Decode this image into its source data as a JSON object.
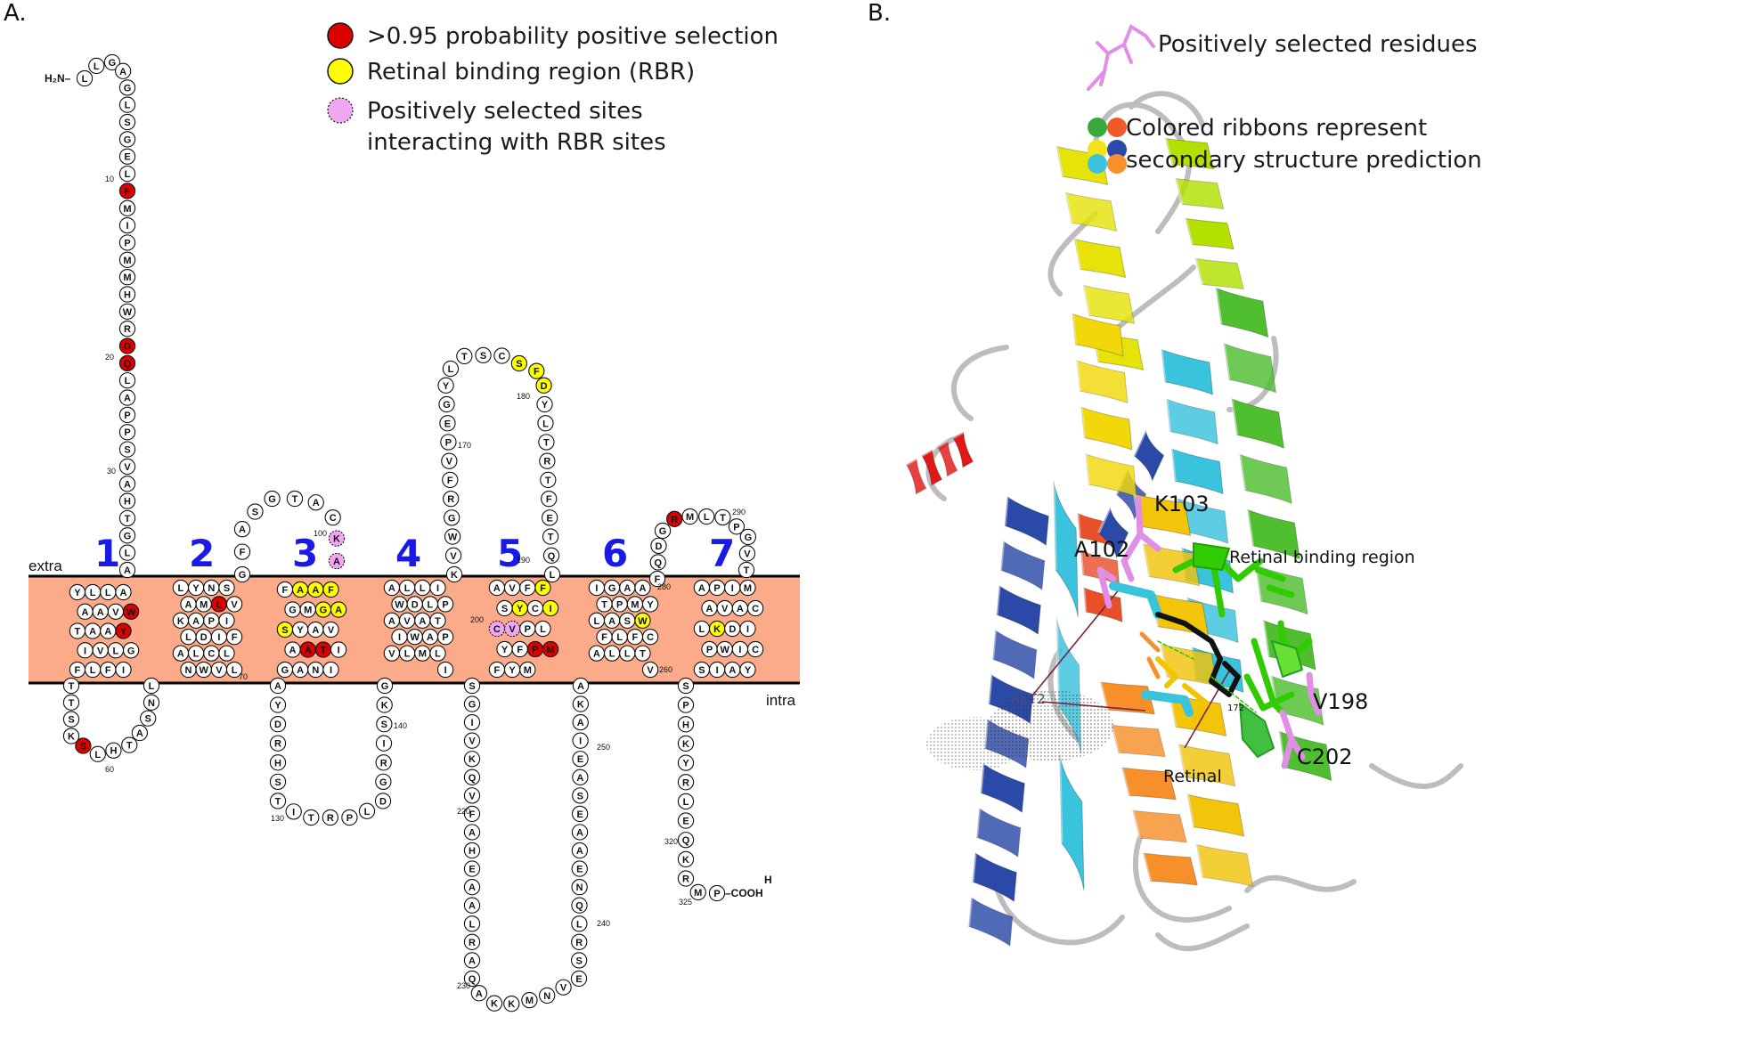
{
  "panel_a": {
    "label": "A.",
    "legend": [
      {
        "text": ">0.95 probability positive selection",
        "color": "#dd0000"
      },
      {
        "text": "Retinal binding region (RBR)",
        "color": "#ffff00"
      },
      {
        "text": "Positively selected sites",
        "color": "#f0a6f0"
      },
      {
        "text": "interacting with RBR sites",
        "color": ""
      }
    ],
    "membrane_labels": {
      "extra": "extra",
      "intra": "intra"
    },
    "helix_numbers": [
      "1",
      "2",
      "3",
      "4",
      "5",
      "6",
      "7"
    ],
    "n_terminus": "H₂N–",
    "c_terminus": "–COOH",
    "c_terminus_h": "H",
    "position_numbers": [
      "10",
      "20",
      "30",
      "60",
      "70",
      "100",
      "130",
      "140",
      "170",
      "180",
      "190",
      "200",
      "220",
      "230",
      "240",
      "250",
      "260",
      "280",
      "290",
      "320",
      "325"
    ],
    "colors": {
      "membrane": "#fbab8a",
      "red": "#dd0000",
      "yellow": "#ffff00",
      "pink": "#f0a6f0",
      "helix_number": "#1a1ae6"
    },
    "sequence": {
      "n_tail": "LLGAGLSGELFMIPMMHWRGQLAPPSVAHTGLA",
      "tm1": "YLLAWVAATAAYGLVIFLFI",
      "icl1": "TTSKSLHTASNL",
      "tm2": "LYNSVLMAKAPIFIDLALCLLVWN",
      "ecl1": "GFASGTACKA",
      "tm3": "FAAFAGMGSYAVITAAGANI",
      "icl2": "AYDRHSTITRPLDGRISKG",
      "tm4": "ALLIPLDWAVATPAWIVLMLI",
      "ecl2": "KVWGRFVPEGYLTSCSFDYLTRTFETQL",
      "tm5": "AVFFICYSCVPLMPFYFYM",
      "icl3": "SGIVKQVFAHEAALRAQAKKMNVESRLQNEAAESAEIAKA",
      "tm6": "IGAAYMPTLASWCFLFALLTV",
      "ecl3": "FQDGRMLTPGVT",
      "tm7": "APIMCAVALKDICIWPSIAY",
      "c_tail": "SPHKYRLEQKRMP"
    }
  },
  "panel_b": {
    "label": "B.",
    "legend_selected": "Positively selected residues",
    "legend_ribbons": [
      "Colored ribbons represent",
      "secondary structure prediction"
    ],
    "ribbon_dot_colors": [
      "#3aaa3a",
      "#f05a28",
      "#f2e416",
      "#2b4aa8",
      "#39c3dc",
      "#f7902a"
    ],
    "annotations": {
      "k103": "K103",
      "a102": "A102",
      "rbr": "Retinal binding region",
      "v198": "V198",
      "c202": "C202",
      "retinal": "Retinal",
      "ret_small": "RET2",
      "num_small": "172"
    },
    "colors": {
      "pink_sticks": "#e18ee6",
      "green_sticks": "#2ecc00",
      "retinal": "#111111"
    }
  }
}
